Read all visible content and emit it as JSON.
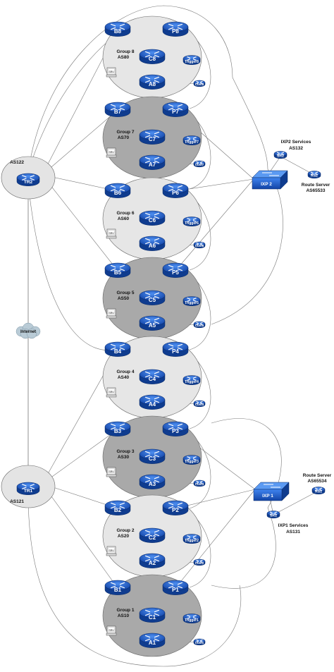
{
  "diagram": {
    "internet_label": "Internet",
    "transit": [
      {
        "router": "TR2",
        "as": "AS122"
      },
      {
        "router": "TR1",
        "as": "AS121"
      }
    ],
    "ixps": [
      {
        "label": "IXP 2",
        "services_title": "IXP2 Services",
        "services_as": "AS132",
        "services_router": "SR2",
        "route_server_title": "Route Server",
        "route_server_as": "AS65533",
        "route_server": "RS2"
      },
      {
        "label": "IXP 1",
        "services_title": "IXP1 Services",
        "services_as": "AS131",
        "services_router": "SR1",
        "route_server_title": "Route Server",
        "route_server_as": "AS65534",
        "route_server": "RS1"
      }
    ],
    "groups": [
      {
        "id": 8,
        "name": "Group 8",
        "as": "AS80",
        "border_b": "B8",
        "peer_p": "P8",
        "core": "C8",
        "access": "A8",
        "trigger": "Trigger8",
        "customer": "Cust8",
        "server": "SRV",
        "shade": "light"
      },
      {
        "id": 7,
        "name": "Group 7",
        "as": "AS70",
        "border_b": "B7",
        "peer_p": "P7",
        "core": "C7",
        "access": "A7",
        "trigger": "Trigger7",
        "customer": "Cust7",
        "server": "SRV",
        "shade": "dark"
      },
      {
        "id": 6,
        "name": "Group 6",
        "as": "AS60",
        "border_b": "B6",
        "peer_p": "P6",
        "core": "C6",
        "access": "A6",
        "trigger": "Trigger6",
        "customer": "Cust6",
        "server": "SRV",
        "shade": "light"
      },
      {
        "id": 5,
        "name": "Group 5",
        "as": "AS50",
        "border_b": "B5",
        "peer_p": "P5",
        "core": "C5",
        "access": "A5",
        "trigger": "Trigger5",
        "customer": "Cust5",
        "server": "SRV",
        "shade": "dark"
      },
      {
        "id": 4,
        "name": "Group 4",
        "as": "AS40",
        "border_b": "B4",
        "peer_p": "P4",
        "core": "C4",
        "access": "A4",
        "trigger": "Trigger4",
        "customer": "Cust4",
        "server": "SRV",
        "shade": "light"
      },
      {
        "id": 3,
        "name": "Group 3",
        "as": "AS30",
        "border_b": "B3",
        "peer_p": "P3",
        "core": "C3",
        "access": "A3",
        "trigger": "Trigger3",
        "customer": "Cust3",
        "server": "SRV",
        "shade": "dark"
      },
      {
        "id": 2,
        "name": "Group 2",
        "as": "AS20",
        "border_b": "B2",
        "peer_p": "P2",
        "core": "C2",
        "access": "A2",
        "trigger": "Trigger2",
        "customer": "Cust2",
        "server": "SRV",
        "shade": "light"
      },
      {
        "id": 1,
        "name": "Group 1",
        "as": "AS10",
        "border_b": "B1",
        "peer_p": "P1",
        "core": "C1",
        "access": "A1",
        "trigger": "Trigger1",
        "customer": "Cust1",
        "server": "SRV",
        "shade": "dark"
      }
    ],
    "colors": {
      "router_fill": "#1f5fd1",
      "router_dark": "#0f3c8f",
      "group_light": "#e6e6e6",
      "group_dark": "#a9a9a9",
      "transit_fill": "#e4e4e4",
      "link": "#777777",
      "cloud": "#b9cbd6"
    }
  }
}
